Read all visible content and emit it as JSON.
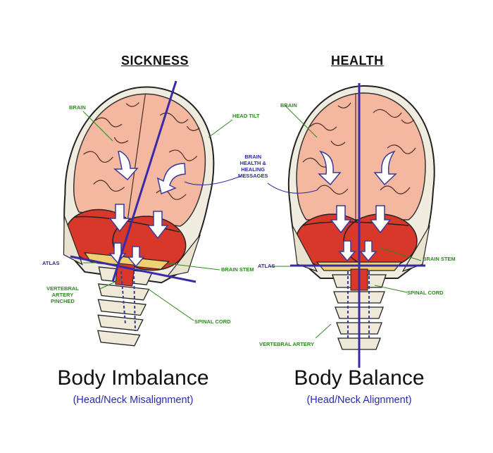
{
  "left": {
    "heading": "SICKNESS",
    "labels": {
      "brain": "BRAIN",
      "head_tilt": "HEAD TILT",
      "atlas": "ATLAS",
      "brain_stem": "BRAIN STEM",
      "vertebral_artery_pinched": "VERTEBRAL\nARTERY\nPINCHED",
      "spinal_cord": "SPINAL CORD"
    },
    "title": "Body Imbalance",
    "subtitle": "(Head/Neck Misalignment)"
  },
  "center_label": "BRAIN\nHEALTH &\nHEALING\nMESSAGES",
  "right": {
    "heading": "HEALTH",
    "labels": {
      "brain": "BRAIN",
      "atlas": "ATLAS",
      "brain_stem": "BRAIN STEM",
      "spinal_cord": "SPINAL CORD",
      "vertebral_artery": "VERTEBRAL ARTERY"
    },
    "title": "Body Balance",
    "subtitle": "(Head/Neck Alignment)"
  },
  "colors": {
    "brain": "#f4b7a0",
    "cerebellum": "#d8382a",
    "bone": "#efe9d8",
    "line": "#3a2aa8",
    "label_green": "#2d8a1f",
    "label_blue": "#2a2aa8"
  }
}
